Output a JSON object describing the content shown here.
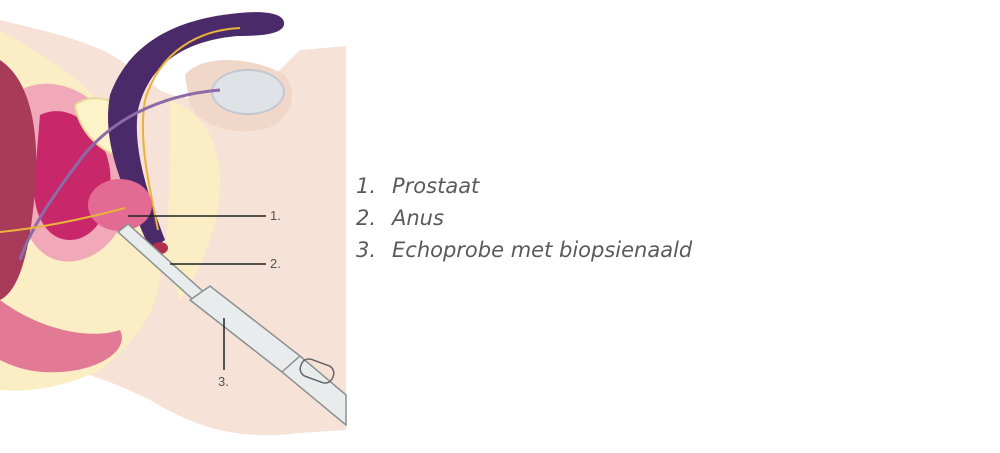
{
  "callouts": {
    "c1": "1.",
    "c2": "2.",
    "c3": "3."
  },
  "legend": [
    {
      "num": "1.",
      "label": "Prostaat"
    },
    {
      "num": "2.",
      "label": "Anus"
    },
    {
      "num": "3.",
      "label": "Echoprobe met biopsienaald"
    }
  ],
  "colors": {
    "skin": "#f6e2d6",
    "fat": "#fbeec4",
    "penis": "#4b2a6a",
    "rectum": "#a83a5a",
    "bladder": "#c8286a",
    "probe": "#e9ecec"
  }
}
